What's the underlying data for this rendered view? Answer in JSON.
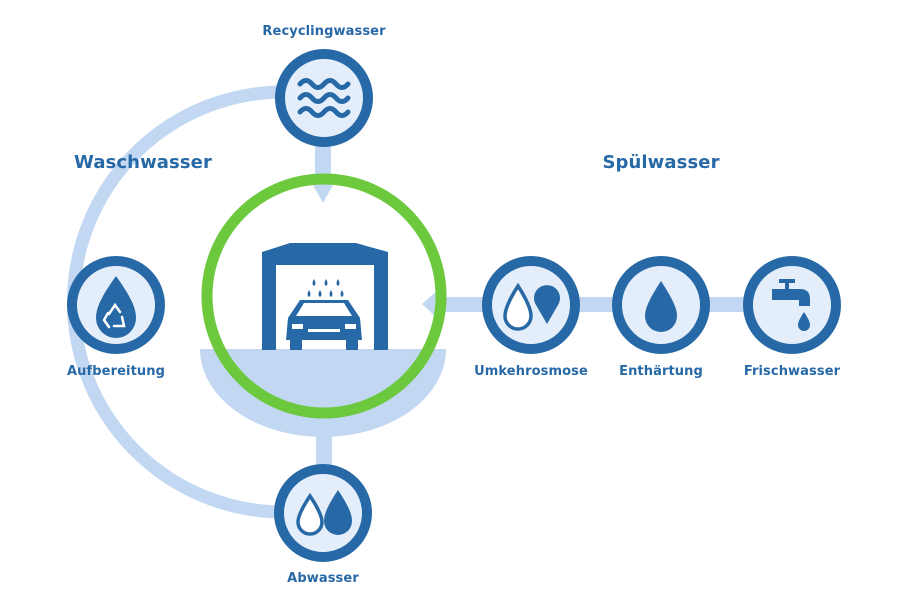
{
  "colors": {
    "dark_blue": "#2769a6",
    "light_blue": "#c2d8f2",
    "pale_blue": "#e3eefa",
    "green": "#6cc83c",
    "white": "#ffffff"
  },
  "sections": {
    "wash": "Waschwasser",
    "rinse": "Spülwasser"
  },
  "nodes": {
    "recycling": {
      "label": "Recyclingwasser",
      "icon": "waves-icon"
    },
    "treatment": {
      "label": "Aufbereitung",
      "icon": "recycle-drop-icon"
    },
    "waste": {
      "label": "Abwasser",
      "icon": "two-drops-icon"
    },
    "reverse_osmosis": {
      "label": "Umkehrosmose",
      "icon": "drops-icon"
    },
    "softening": {
      "label": "Enthärtung",
      "icon": "drop-icon"
    },
    "fresh": {
      "label": "Frischwasser",
      "icon": "faucet-icon"
    }
  },
  "center": {
    "icon": "car-wash-icon"
  }
}
